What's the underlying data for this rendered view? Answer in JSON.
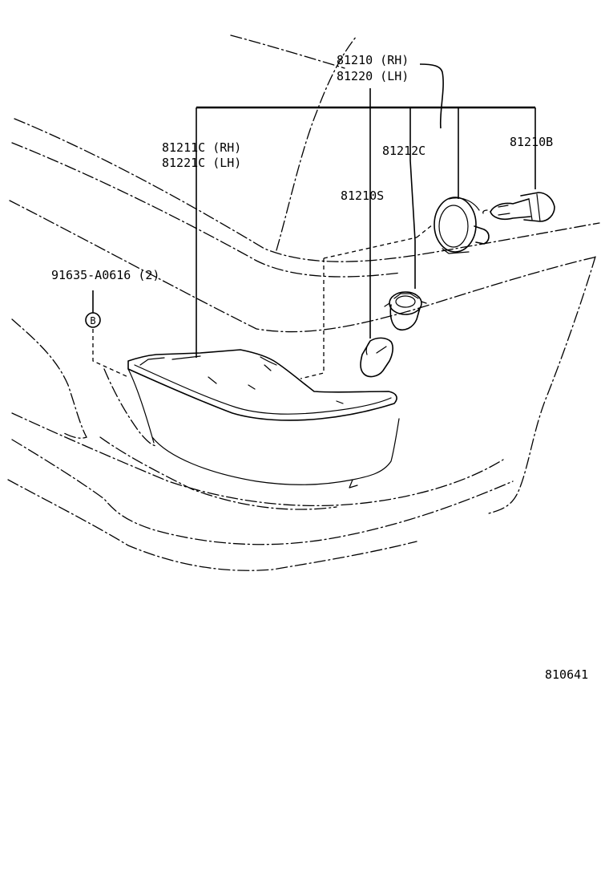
{
  "labels": {
    "p81210": "81210 (RH)",
    "p81220": "81220 (LH)",
    "p81211C": "81211C (RH)",
    "p81221C": "81221C (LH)",
    "p81212C": "81212C",
    "p81210B": "81210B",
    "p81210S": "81210S",
    "p91635": "91635-A0616 (2)",
    "fastener_mark": "B",
    "diagram_number": "810641"
  }
}
